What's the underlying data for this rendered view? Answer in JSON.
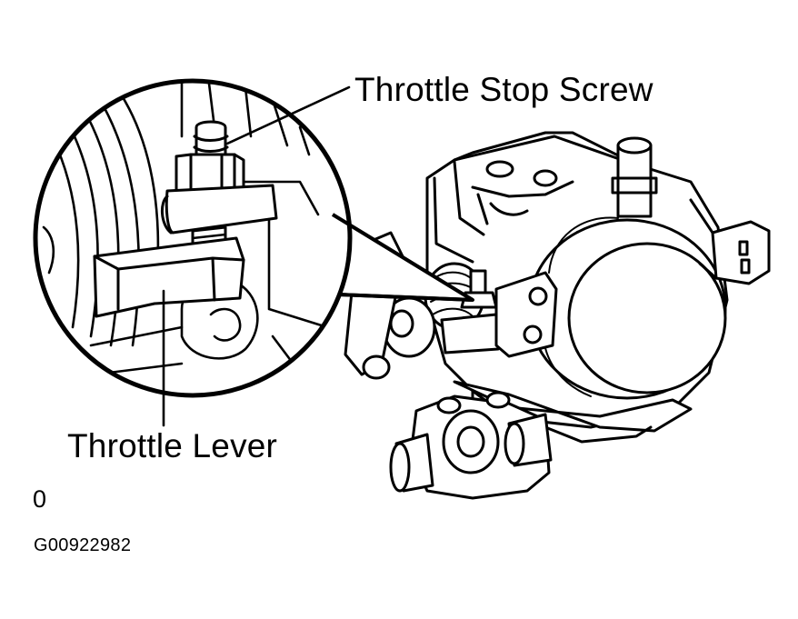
{
  "callouts": {
    "throttle_stop_screw": "Throttle Stop Screw",
    "throttle_lever": "Throttle Lever"
  },
  "corner_marks": {
    "zero": "0",
    "figure_code": "G00922982"
  },
  "colors": {
    "ink": "#000000",
    "paper": "#ffffff"
  }
}
